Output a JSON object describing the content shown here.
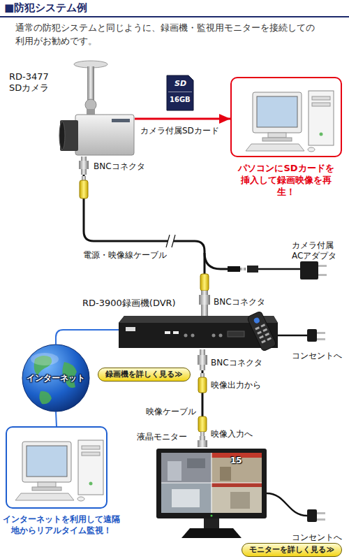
{
  "diagram": {
    "title": "■防犯システム例",
    "caption": "通常の防犯システムと同じように、録画機・監視用モニターを接続しての利用がお勧めです。",
    "nodes": [
      {
        "text": [
          "RD-3477 SDカメラ"
        ]
      },
      {
        "text": [
          "パソコンにSDカードを挿入して録画映像を再生！"
        ]
      },
      {
        "text": [
          "RD-3900録画機(DVR)"
        ]
      },
      {
        "text": [
          "インターネット"
        ]
      },
      {
        "text": [
          "録画機を詳しく見る≫"
        ]
      },
      {
        "text": [
          "インターネットを利用して遠隔地からリアルタイム監視！"
        ]
      },
      {
        "text": [
          "液晶モニター"
        ]
      },
      {
        "text": [
          "モニターを詳しく見る≫"
        ]
      }
    ],
    "edges": [
      {
        "from": 0,
        "to": 1,
        "arrow": "to",
        "label": "カメラ付属SDカード"
      },
      {
        "from": 0,
        "to": 2,
        "arrow": "none",
        "label": "電源・映像線ケーブル"
      },
      {
        "from": 2,
        "to": 3,
        "arrow": "none"
      },
      {
        "from": 3,
        "to": 5,
        "arrow": "none"
      },
      {
        "from": 2,
        "to": 6,
        "arrow": "none",
        "label": "映像ケーブル"
      }
    ],
    "labels": [
      "SD",
      "16GB",
      "BNCコネクタ",
      "カメラ付属 ACアダプタ",
      "BNCコネクタ",
      "コンセントへ",
      "BNCコネクタ",
      "映像出力から",
      "映像入力へ",
      "15",
      "コンセントへ"
    ]
  }
}
